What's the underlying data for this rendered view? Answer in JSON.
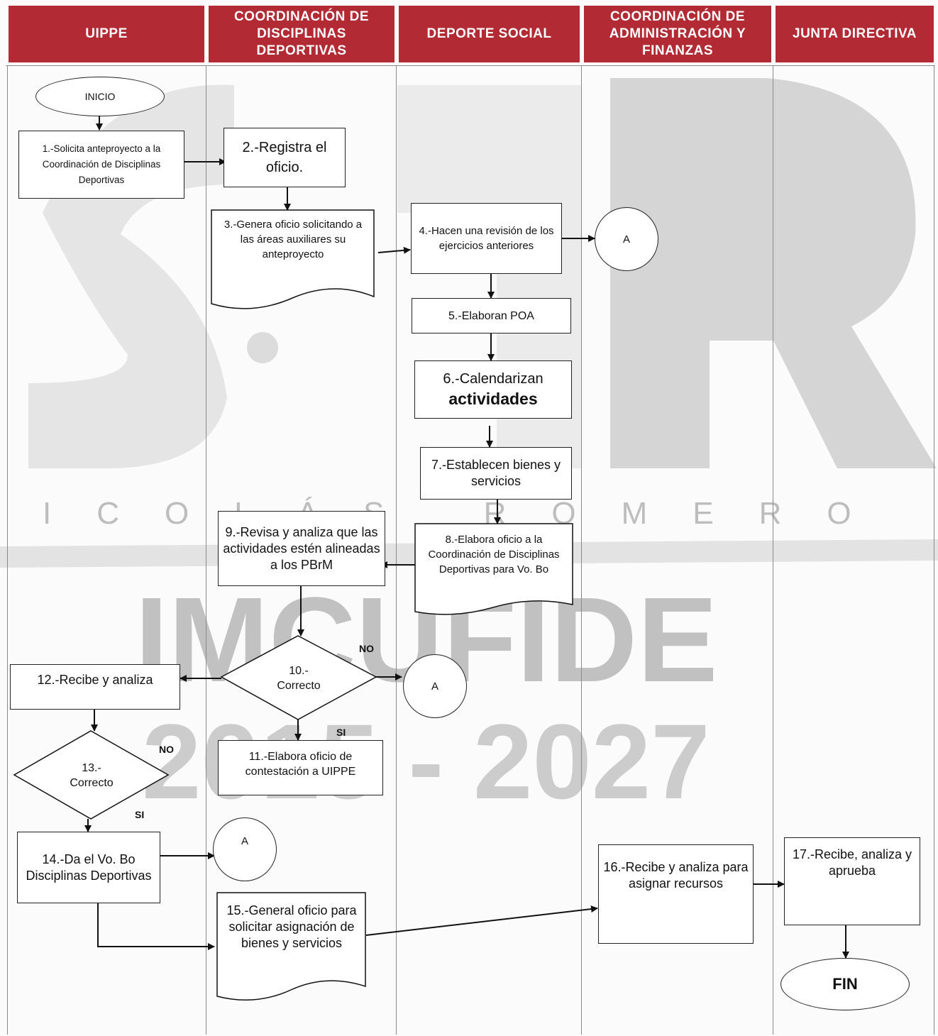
{
  "lanes": [
    "UIPPE",
    "COORDINACIÓN DE DISCIPLINAS DEPORTIVAS",
    "DEPORTE SOCIAL",
    "COORDINACIÓN DE ADMINISTRACIÓN Y FINANZAS",
    "JUNTA DIRECTIVA"
  ],
  "colors": {
    "header_bg": "#b22a33",
    "header_text": "#ffffff",
    "watermark": "#c9c9c9"
  },
  "watermark": {
    "letters": "ICOLÁS ROMERO",
    "brand": "IMCUFIDE",
    "years": "2015 - 2027"
  },
  "start": "INICIO",
  "end": "FIN",
  "connector_label": "A",
  "steps": {
    "s1": "1.-Solicita anteproyecto a la Coordinación de Disciplinas Deportivas",
    "s2": "2.-Registra el oficio.",
    "s3": "3.-Genera oficio solicitando a las áreas auxiliares su anteproyecto",
    "s4": "4.-Hacen una revisión de los ejercicios anteriores",
    "s5": "5.-Elaboran POA",
    "s6a": "6.-Calendarizan",
    "s6b": "actividades",
    "s7": "7.-Establecen bienes y servicios",
    "s8": "8.-Elabora oficio a la Coordinación de Disciplinas Deportivas para Vo. Bo",
    "s9": "9.-Revisa y analiza que las actividades estén alineadas a los PBrM",
    "s10": "10.- Correcto",
    "s11": "11.-Elabora oficio de contestación a UIPPE",
    "s12": "12.-Recibe y analiza",
    "s13": "13.- Correcto",
    "s14": "14.-Da el Vo. Bo Disciplinas Deportivas",
    "s15": "15.-General oficio para solicitar asignación de bienes y servicios",
    "s16": "16.-Recibe y analiza para asignar recursos",
    "s17": "17.-Recibe, analiza y aprueba"
  },
  "labels": {
    "no": "NO",
    "si": "SI"
  }
}
